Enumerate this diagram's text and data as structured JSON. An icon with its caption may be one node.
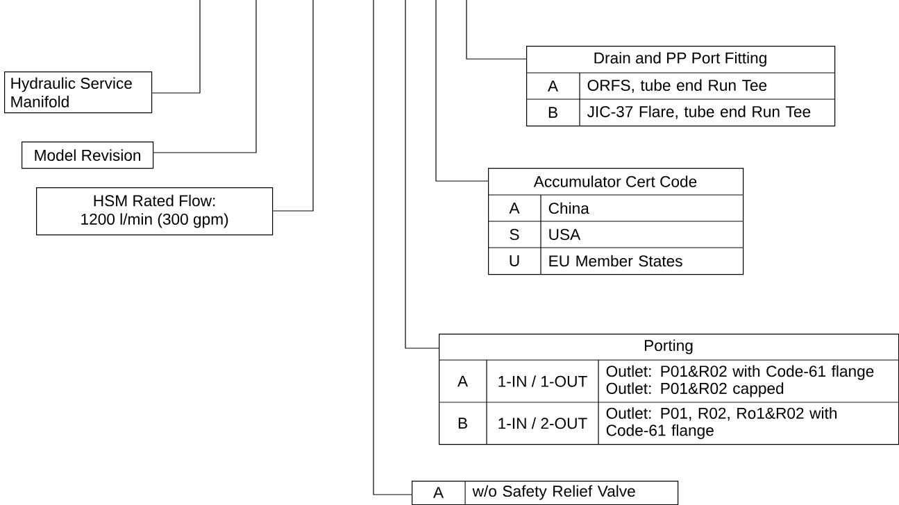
{
  "diagram": {
    "nodes": [
      {
        "text": [
          "Hydraulic Service Manifold"
        ]
      },
      {
        "text": [
          "Model Revision"
        ]
      },
      {
        "text": [
          "HSM Rated Flow: 1200 l/min (300 gpm)"
        ]
      },
      {
        "text": [
          "Drain and PP Port Fitting",
          "A",
          "ORFS, tube end Run Tee",
          "B",
          "JIC-37 Flare, tube end Run Tee"
        ]
      },
      {
        "text": [
          "Accumulator Cert Code",
          "A",
          "China",
          "S",
          "USA",
          "U",
          "EU Member States"
        ]
      },
      {
        "text": [
          "Porting",
          "A",
          "1-IN / 1-OUT",
          "Outlet: P01&R02 with Code-61 flange",
          "Outlet: P01&R02 capped",
          "B",
          "1-IN / 2-OUT",
          "Outlet: P01, R02, Ro1&R02 with Code-61 flange"
        ]
      },
      {
        "text": [
          "A",
          "w/o Safety Relief Valve"
        ]
      }
    ],
    "edges": [
      {
        "from": null,
        "to": 0,
        "arrow": "none"
      },
      {
        "from": null,
        "to": 1,
        "arrow": "none"
      },
      {
        "from": null,
        "to": 2,
        "arrow": "none"
      },
      {
        "from": null,
        "to": 6,
        "arrow": "none"
      },
      {
        "from": null,
        "to": 5,
        "arrow": "none"
      },
      {
        "from": null,
        "to": 4,
        "arrow": "none"
      },
      {
        "from": null,
        "to": 3,
        "arrow": "none"
      }
    ]
  }
}
